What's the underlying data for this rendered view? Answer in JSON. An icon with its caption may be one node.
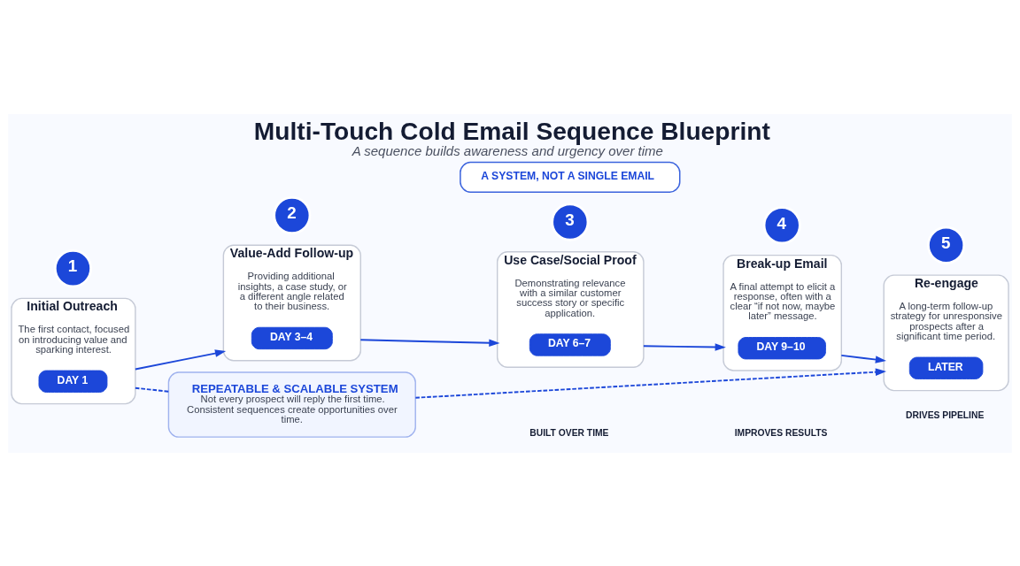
{
  "diagram": {
    "title": "Multi-Touch Cold Email Sequence Blueprint",
    "caption": "A sequence builds awareness and urgency over time",
    "nodes": [
      {
        "text": [
          "A SYSTEM, NOT A SINGLE EMAIL"
        ]
      },
      {
        "text": [
          "1"
        ]
      },
      {
        "text": [
          "Initial Outreach",
          "The first contact, focused on introducing value and sparking interest."
        ]
      },
      {
        "text": [
          "DAY 1"
        ],
        "in": 2
      },
      {
        "text": [
          "2"
        ]
      },
      {
        "text": [
          "Value-Add Follow-up",
          "Providing additional insights, a case study, or a different angle related to their business."
        ]
      },
      {
        "text": [
          "DAY 3–4"
        ],
        "in": 5
      },
      {
        "text": [
          "3"
        ]
      },
      {
        "text": [
          "Use Case/Social Proof",
          "Demonstrating relevance with a similar customer success story or specific application."
        ]
      },
      {
        "text": [
          "DAY 6–7"
        ],
        "in": 8
      },
      {
        "text": [
          "4"
        ]
      },
      {
        "text": [
          "Break-up Email",
          "A final attempt to elicit a response, often with a clear “if not now, maybe later” message."
        ]
      },
      {
        "text": [
          "DAY 9–10"
        ],
        "in": 11
      },
      {
        "text": [
          "5"
        ]
      },
      {
        "text": [
          "Re-engage",
          "A long-term follow-up strategy for unresponsive prospects after a significant time period."
        ]
      },
      {
        "text": [
          "LATER"
        ],
        "in": 14
      },
      {
        "text": [
          "REPEATABLE & SCALABLE SYSTEM",
          "Not every prospect will reply the first time. Consistent sequences create opportunities over time."
        ]
      }
    ],
    "edges": [
      {
        "from": 2,
        "to": 5,
        "arrow": "to"
      },
      {
        "from": 5,
        "to": 8,
        "arrow": "to"
      },
      {
        "from": 8,
        "to": 11,
        "arrow": "to"
      },
      {
        "from": 11,
        "to": 14,
        "arrow": "to"
      },
      {
        "from": 2,
        "to": 16,
        "arrow": "none",
        "style": "dashed"
      },
      {
        "from": 16,
        "to": 14,
        "arrow": "to",
        "style": "dashed"
      }
    ],
    "labels": [
      "BUILT OVER TIME",
      "IMPROVES RESULTS",
      "DRIVES PIPELINE"
    ]
  }
}
